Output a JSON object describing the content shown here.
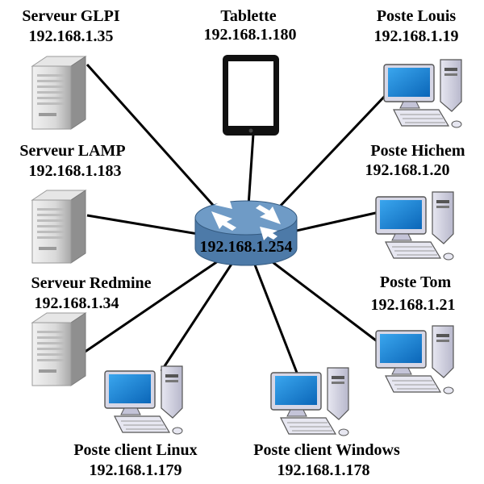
{
  "router": {
    "ip": "192.168.1.254"
  },
  "nodes": {
    "glpi": {
      "name": "Serveur GLPI",
      "ip": "192.168.1.35",
      "kind": "server-icon"
    },
    "lamp": {
      "name": "Serveur LAMP",
      "ip": "192.168.1.183",
      "kind": "server-icon"
    },
    "redmine": {
      "name": "Serveur Redmine",
      "ip": "192.168.1.34",
      "kind": "server-icon"
    },
    "tablet": {
      "name": "Tablette",
      "ip": "192.168.1.180",
      "kind": "tablet-icon"
    },
    "louis": {
      "name": "Poste Louis",
      "ip": "192.168.1.19",
      "kind": "workstation-icon"
    },
    "hichem": {
      "name": "Poste Hichem",
      "ip": "192.168.1.20",
      "kind": "workstation-icon"
    },
    "tom": {
      "name": "Poste Tom",
      "ip": "192.168.1.21",
      "kind": "workstation-icon"
    },
    "linux": {
      "name": "Poste client Linux",
      "ip": "192.168.1.179",
      "kind": "workstation-icon"
    },
    "windows": {
      "name": "Poste client Windows",
      "ip": "192.168.1.178",
      "kind": "workstation-icon"
    }
  },
  "colors": {
    "link": "#000000",
    "router_top": "#6f9bc6",
    "router_side": "#4d7aa8",
    "screen": "#1e88d6",
    "case": "#d9d9e6"
  }
}
